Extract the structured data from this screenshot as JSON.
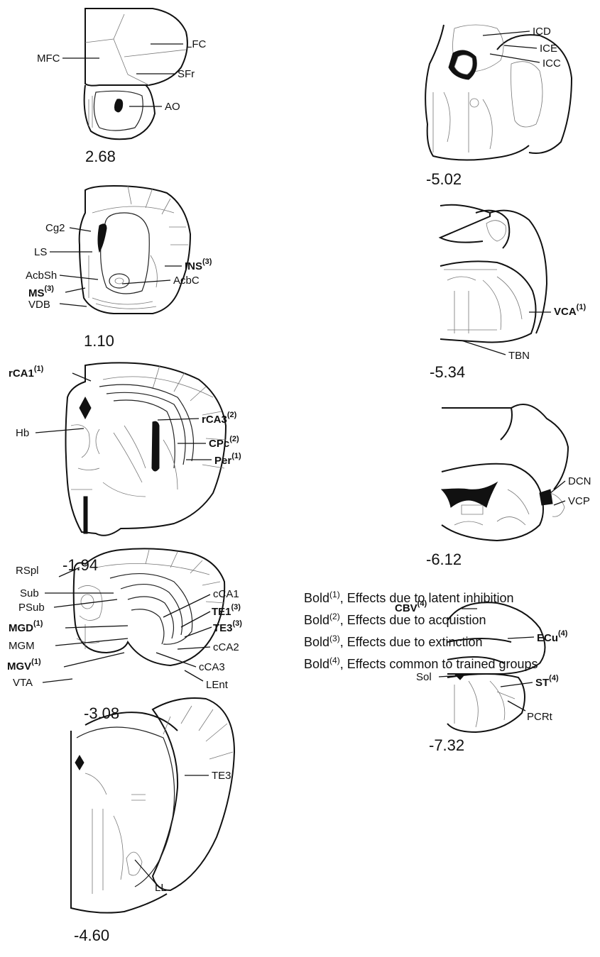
{
  "sections": [
    {
      "coord": "2.68",
      "labels": {
        "MFC": "MFC",
        "LFC": "LFC",
        "SFr": "SFr",
        "AO": "AO"
      }
    },
    {
      "coord": "1.10",
      "labels": {
        "Cg2": "Cg2",
        "LS": "LS",
        "AcbSh": "AcbSh",
        "MS": "MS",
        "MS_sup": "(3)",
        "VDB": "VDB",
        "INS": "INS",
        "INS_sup": "(3)",
        "AcbC": "AcbC"
      }
    },
    {
      "coord": "-1.94",
      "labels": {
        "rCA1": "rCA1",
        "rCA1_sup": "(1)",
        "Hb": "Hb",
        "rCA3": "rCA3",
        "rCA3_sup": "(2)",
        "CPc": "CPc",
        "CPc_sup": "(2)",
        "Per": "Per",
        "Per_sup": "(1)"
      }
    },
    {
      "coord": "-3.08",
      "labels": {
        "RSpl": "RSpl",
        "Sub": "Sub",
        "PSub": "PSub",
        "MGD": "MGD",
        "MGD_sup": "(1)",
        "MGM": "MGM",
        "MGV": "MGV",
        "MGV_sup": "(1)",
        "VTA": "VTA",
        "cCA1": "cCA1",
        "TE1": "TE1",
        "TE1_sup": "(3)",
        "TE3": "TE3",
        "TE3_sup": "(3)",
        "cCA2": "cCA2",
        "cCA3": "cCA3",
        "LEnt": "LEnt"
      }
    },
    {
      "coord": "-4.60",
      "labels": {
        "TE3": "TE3",
        "LL": "LL"
      }
    },
    {
      "coord": "-5.02",
      "labels": {
        "ICD": "ICD",
        "ICE": "ICE",
        "ICC": "ICC"
      }
    },
    {
      "coord": "-5.34",
      "labels": {
        "VCA": "VCA",
        "VCA_sup": "(1)",
        "TBN": "TBN"
      }
    },
    {
      "coord": "-6.12",
      "labels": {
        "DCN": "DCN",
        "VCP": "VCP"
      }
    },
    {
      "coord": "-7.32",
      "labels": {
        "CBV": "CBV",
        "CBV_sup": "(4)",
        "ECu": "ECu",
        "ECu_sup": "(4)",
        "Sol": "Sol",
        "ST": "ST",
        "ST_sup": "(4)",
        "PCRt": "PCRt"
      }
    }
  ],
  "legend": [
    {
      "word": "Bold",
      "sup": "(1)",
      "text": ", Effects due to latent inhibition"
    },
    {
      "word": "Bold",
      "sup": "(2)",
      "text": ", Effects due to acquistion"
    },
    {
      "word": "Bold",
      "sup": "(3)",
      "text": ", Effects due to extinction"
    },
    {
      "word": "Bold",
      "sup": "(4)",
      "text": ", Effects common to trained groups"
    }
  ]
}
